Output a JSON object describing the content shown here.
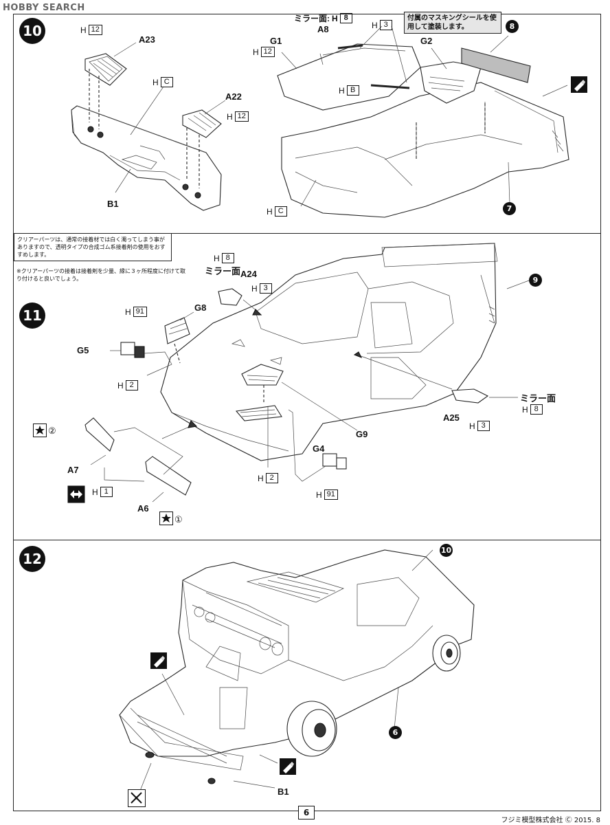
{
  "watermark": "HOBBY SEARCH",
  "page_number": "6",
  "copyright": "フジミ模型株式会社 Ⓒ 2015. 8",
  "steps": {
    "s10": "10",
    "s11": "11",
    "s12": "12"
  },
  "callouts": {
    "c8": "8",
    "c7": "7",
    "c9": "9",
    "c10": "10",
    "c6": "6"
  },
  "step10": {
    "mask_note": "付属のマスキングシールを使用して塗装します。",
    "mirror_face_label": "ミラー面:",
    "parts": {
      "a23": "A23",
      "a22": "A22",
      "b1": "B1",
      "a8": "A8",
      "g1": "G1",
      "g2": "G2"
    },
    "colors": {
      "h12_top": {
        "prefix": "H",
        "code": "12"
      },
      "hc_left": {
        "prefix": "H",
        "code": "C"
      },
      "h12_right": {
        "prefix": "H",
        "code": "12"
      },
      "h8_mirror": {
        "prefix": "H",
        "code": "8"
      },
      "h3_top": {
        "prefix": "H",
        "code": "3"
      },
      "h12_g1": {
        "prefix": "H",
        "code": "12"
      },
      "hb": {
        "prefix": "H",
        "code": "B"
      },
      "hc_body": {
        "prefix": "H",
        "code": "C"
      }
    }
  },
  "step11": {
    "note_main": "クリアーパーツは、通常の接着材では白く濁ってしまう事がありますので、透明タイプの合成ゴム系接着剤の使用をおすすめします。",
    "note_sub": "※クリアーパーツの接着は接着剤を少量、縁に３ヶ所程度に付けて取り付けると良いでしょう。",
    "mirror_face_left": "ミラー面",
    "mirror_face_right": "ミラー面",
    "parts": {
      "a24": "A24",
      "g8": "G8",
      "g5": "G5",
      "a7": "A7",
      "a6": "A6",
      "g9": "G9",
      "g4": "G4",
      "a25": "A25"
    },
    "marks": {
      "star2": "②",
      "star1": "①"
    },
    "colors": {
      "h8_top": {
        "prefix": "H",
        "code": "8"
      },
      "h3_a24": {
        "prefix": "H",
        "code": "3"
      },
      "h91_top": {
        "prefix": "H",
        "code": "91"
      },
      "h2_left": {
        "prefix": "H",
        "code": "2"
      },
      "h1": {
        "prefix": "H",
        "code": "1"
      },
      "h2_center": {
        "prefix": "H",
        "code": "2"
      },
      "h91_bottom": {
        "prefix": "H",
        "code": "91"
      },
      "h8_right": {
        "prefix": "H",
        "code": "8"
      },
      "h3_a25": {
        "prefix": "H",
        "code": "3"
      }
    }
  },
  "step12": {
    "parts": {
      "b1": "B1"
    }
  }
}
